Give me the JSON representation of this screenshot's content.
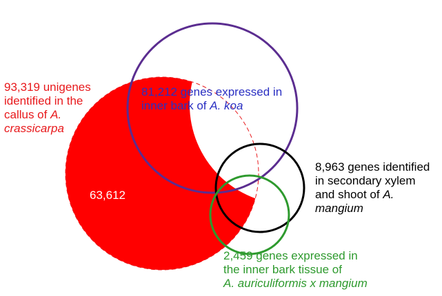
{
  "sets": [
    {
      "id": "callus",
      "color": "#ff0000",
      "lines": [
        [
          {
            "text": "93,319 unigenes",
            "italic": false
          }
        ],
        [
          {
            "text": "identified in the",
            "italic": false
          }
        ],
        [
          {
            "text": "callus of ",
            "italic": false
          },
          {
            "text": "A.",
            "italic": true
          }
        ],
        [
          {
            "text": "crassicarpa",
            "italic": true
          }
        ]
      ],
      "region_count": "63,612"
    },
    {
      "id": "inner-bark-koa",
      "color": "#5b2d90",
      "text_color": "#2a2fc2",
      "lines": [
        [
          {
            "text": "81,212 genes expressed in",
            "italic": false
          }
        ],
        [
          {
            "text": "inner bark of ",
            "italic": false
          },
          {
            "text": "A. koa",
            "italic": true
          }
        ]
      ]
    },
    {
      "id": "xylem-mangium",
      "color": "#000000",
      "lines": [
        [
          {
            "text": "8,963 genes identified",
            "italic": false
          }
        ],
        [
          {
            "text": "in secondary xylem",
            "italic": false
          }
        ],
        [
          {
            "text": "and shoot of ",
            "italic": false
          },
          {
            "text": "A.",
            "italic": true
          }
        ],
        [
          {
            "text": "mangium",
            "italic": true
          }
        ]
      ]
    },
    {
      "id": "bark-hybrid",
      "color": "#2e9a2e",
      "lines": [
        [
          {
            "text": "2,459 genes expressed in",
            "italic": false
          }
        ],
        [
          {
            "text": "the inner bark tissue of",
            "italic": false
          }
        ],
        [
          {
            "text": "A. auriculiformis x mangium",
            "italic": true
          }
        ]
      ]
    }
  ]
}
